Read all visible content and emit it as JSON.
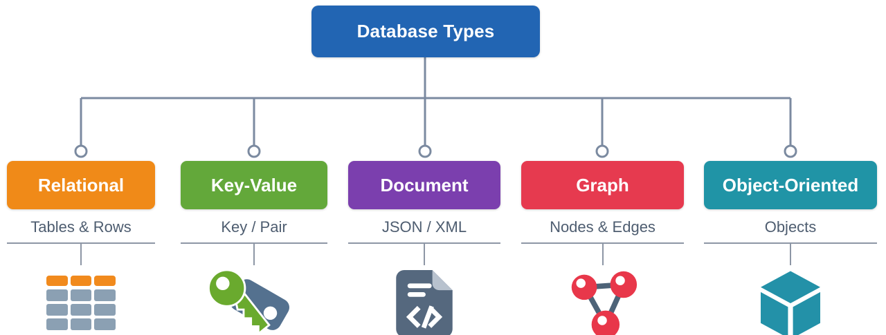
{
  "diagram_title": "Database Types",
  "root": {
    "label": "Database Types",
    "color": "#2265b3"
  },
  "connector": {
    "color": "#7b8aa0"
  },
  "nodes": [
    {
      "label": "Relational",
      "subtitle": "Tables & Rows",
      "color": "#f08a18",
      "icon": "table-icon"
    },
    {
      "label": "Key-Value",
      "subtitle": "Key / Pair",
      "color": "#63a83a",
      "icon": "key-tag-icon"
    },
    {
      "label": "Document",
      "subtitle": "JSON / XML",
      "color": "#7b3fae",
      "icon": "code-document-icon"
    },
    {
      "label": "Graph",
      "subtitle": "Nodes & Edges",
      "color": "#e63a4f",
      "icon": "network-nodes-icon"
    },
    {
      "label": "Object-Oriented",
      "subtitle": "Objects",
      "color": "#2094a6",
      "icon": "cube-icon"
    }
  ],
  "palette": {
    "subtitle_text": "#4e5d70",
    "rule_grey": "#8d96a5",
    "icon_slate": "#55687e",
    "icon_table_grey": "#8ba0b3",
    "icon_key_green": "#6aaa2e",
    "icon_tag_slate": "#54718f",
    "icon_node_red": "#e8374a",
    "icon_edge_slate": "#4d6378",
    "icon_cube_teal": "#2391a8",
    "icon_fold_grey": "#b8c2ce"
  }
}
